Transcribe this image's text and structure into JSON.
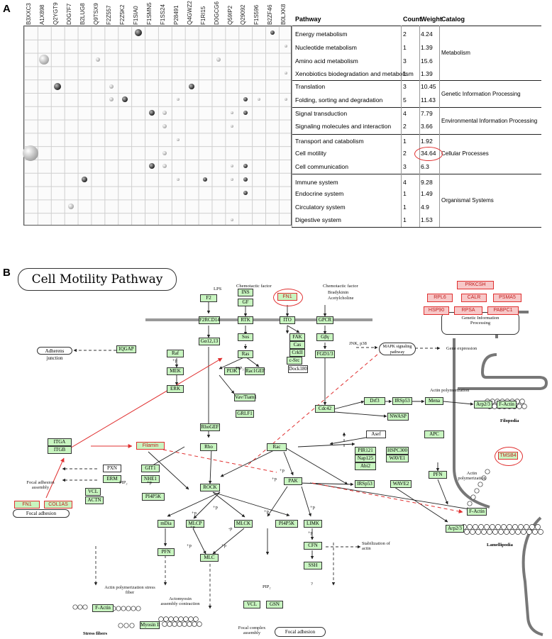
{
  "panel_a": {
    "letter": "A",
    "proteins": [
      "B3XXC3",
      "A1X898",
      "Q2YGT9",
      "D0G7F7",
      "B2LUG8",
      "Q9TSX9",
      "F2Z557",
      "F2Z5K2",
      "F1SIA0",
      "F1SMN5",
      "F1SS24",
      "P28491",
      "Q4GWZ2",
      "F1RI15",
      "D0GCG6",
      "Q59IP2",
      "Q29092",
      "F1S596",
      "B2ZF46",
      "B0LXK8"
    ],
    "headers": {
      "pathway": "Pathway",
      "count": "Count",
      "weight": "Weight",
      "catalog": "Catalog"
    },
    "rows": [
      {
        "pathway": "Energy metabolism",
        "count": "2",
        "weight": "4.24"
      },
      {
        "pathway": "Nucleotide metabolism",
        "count": "1",
        "weight": "1.39"
      },
      {
        "pathway": "Amino acid metabolism",
        "count": "3",
        "weight": "15.6"
      },
      {
        "pathway": "Xenobiotics biodegradation and metabolism",
        "count": "1",
        "weight": "1.39"
      },
      {
        "pathway": "Translation",
        "count": "3",
        "weight": "10.45"
      },
      {
        "pathway": "Folding, sorting and degradation",
        "count": "5",
        "weight": "11.43"
      },
      {
        "pathway": "Signal transduction",
        "count": "4",
        "weight": "7.79"
      },
      {
        "pathway": "Signaling molecules and interaction",
        "count": "2",
        "weight": "3.66"
      },
      {
        "pathway": "Transport and catabolism",
        "count": "1",
        "weight": "1.92"
      },
      {
        "pathway": "Cell motility",
        "count": "2",
        "weight": "34.64"
      },
      {
        "pathway": "Cell communication",
        "count": "3",
        "weight": "6.3"
      },
      {
        "pathway": "Immune system",
        "count": "4",
        "weight": "9.28"
      },
      {
        "pathway": "Endocrine system",
        "count": "1",
        "weight": "1.49"
      },
      {
        "pathway": "Circulatory system",
        "count": "1",
        "weight": "4.9"
      },
      {
        "pathway": "Digestive system",
        "count": "1",
        "weight": "1.53"
      }
    ],
    "catalogs": [
      "Metabolism",
      "Genetic Information Processing",
      "Environmental Information Processing",
      "Cellular Processes",
      "Organismal Systems"
    ]
  },
  "panel_b": {
    "letter": "B",
    "title": "Cell Motility Pathway",
    "gip": {
      "label1": "Genetic Information",
      "label2": "Processing",
      "proteins": [
        "PRKCSH",
        "RPL6",
        "CALR",
        "PSMA5",
        "HSP90",
        "RPSA",
        "PABPC1"
      ]
    },
    "highlight": {
      "fn1": "FN1",
      "tmsb4": "TMSB4",
      "filamin": "Filamin",
      "fn1_fa": "FN1",
      "col1as": "COL1AS"
    },
    "nodes": {
      "f2": "F2",
      "ins": "INS",
      "gf": "GF",
      "f2rcd": "F2RCD14",
      "rtk": "RTK",
      "sos": "Sos",
      "ras": "Ras",
      "ito": "ITO",
      "fak": "FAK",
      "cas": "Cas",
      "crkii": "CrkII",
      "dock": "Dock180",
      "csrc": "c-Src",
      "gpcr": "GPCR",
      "gby": "Gβγ",
      "fgd": "FGD1/3",
      "galpha": "Gα12,13",
      "raf": "Raf",
      "mek": "MEK",
      "erk": "ERK",
      "pi3k": "PI3K",
      "racgef": "Rac1GEF",
      "vavtiam": "Vav/Tiam1",
      "iqgap": "IQGAP",
      "rhogef": "RhoGEF",
      "grlf1": "GRLF1",
      "rho": "Rho",
      "rac": "Rac",
      "cdc42": "Cdc42",
      "drf": "Drf3",
      "irsp53a": "IRSp53",
      "mena": "Mena",
      "arp23a": "Arp2/3",
      "factin1": "F-Actin",
      "nwasp": "NWASP",
      "asef": "Asef",
      "apc": "APC",
      "pir121": "PIR121",
      "nap125": "Nap125",
      "abi2": "Abi2",
      "hspc300": "HSPC300",
      "wave1": "WAVE1",
      "irsp53b": "IRSp53",
      "wave2": "WAVE2",
      "itga": "ITGA",
      "itgb": "ITGB",
      "pxn": "PXN",
      "git1": "GIT1",
      "erm": "ERM",
      "nhe1": "NHE1",
      "vcl": "VCL",
      "actn": "ACTN",
      "pi4p5k": "PI4P5K",
      "rock": "ROCK",
      "pak": "PAK",
      "pfn1": "PFN",
      "factin2": "F-Actin",
      "arp23b": "Arp2/3",
      "mdia": "mDia",
      "mlcp": "MLCP",
      "mlck": "MLCK",
      "pi4p5k2": "PI4P5K",
      "limk": "LIMK",
      "cfn": "CFN",
      "ssh": "SSH",
      "pfn2": "PFN",
      "mlc": "MLC",
      "vcl2": "VCL",
      "gsn": "GSN",
      "factin3": "F-Actin",
      "myosin": "Myosin II"
    },
    "labels": {
      "lps": "LPS",
      "chemo1": "Chemotactic factor",
      "chemo2": "Chemotactic factor",
      "brady": "Bradykinin",
      "acetyl": "Acetylcholine",
      "jnk": "JNK, p38",
      "mapk": "MAPK signaling pathway",
      "gene": "Gene expression",
      "actinpoly": "Actin polymerization",
      "filopodia": "Filopodia",
      "adherens": "Adherens junction",
      "fa_asm": "Focal adhesion assembly",
      "focal1": "Focal adhesion",
      "pip2a": "PIP₂",
      "pip3": "PIP₃",
      "actinpoly2": "Actin polymerization",
      "lamelli": "Lamellipodia",
      "stab": "Stabilization of actin",
      "actin_stress": "Actin polymerization stress fiber",
      "acto": "Actomyosin assembly contraction",
      "pip2b": "PIP₂",
      "stress": "Stress fibers",
      "fcomplex": "Focal complex assembly",
      "focal2": "Focal adhesion",
      "p": "+p",
      "mp": "-p",
      "q": "?"
    }
  }
}
